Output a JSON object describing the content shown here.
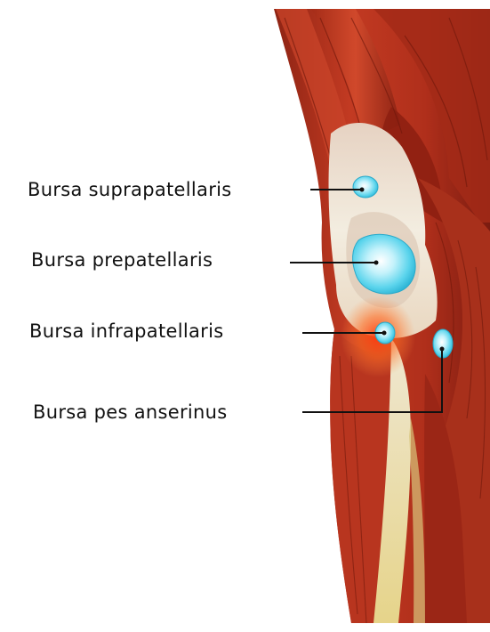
{
  "labels": {
    "suprapatellaris": "Bursa suprapatellaris",
    "prepatellaris": "Bursa prepatellaris",
    "infrapatellaris": "Bursa infrapatellaris",
    "pes_anserinus": "Bursa pes anserinus"
  },
  "colors": {
    "muscle": "#b3311d",
    "muscle_dark": "#7a1b10",
    "tendon": "#ece4cf",
    "bursa": "#57d6ee",
    "inflammation": "#ff5a1a",
    "leader_line": "#111111"
  },
  "icons": {
    "knee": "knee-anatomy-illustration",
    "bursa": "bursa-sac"
  }
}
